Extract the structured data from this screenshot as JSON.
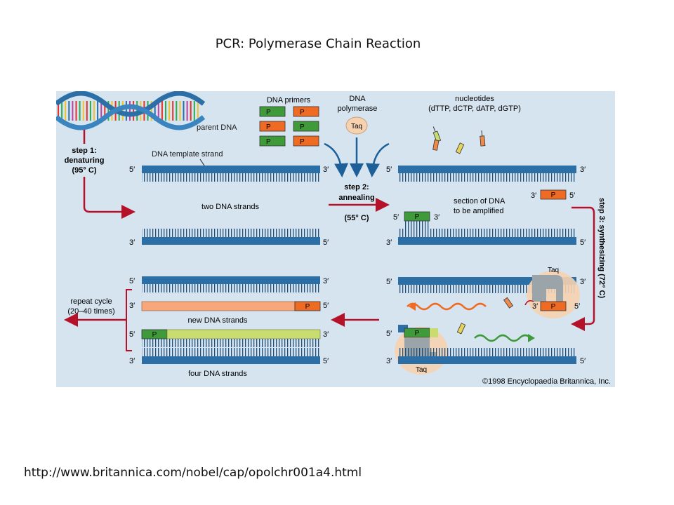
{
  "slide": {
    "title": "PCR: Polymerase Chain Reaction",
    "source_url": "http://www.britannica.com/nobel/cap/opolchr001a4.html"
  },
  "colors": {
    "background": "#d6e4f0",
    "strand": "#2b6fa6",
    "strand_dark": "#1d4f7a",
    "arrow": "#b5122a",
    "primer_green": "#3f9a3a",
    "primer_orange": "#ef6a22",
    "new_orange": "#f7a77a",
    "new_yellow": "#c9dc6f",
    "taq": "#f6d2b0",
    "taq_block": "#9aa4a9"
  },
  "diagram": {
    "parent_dna": "parent DNA",
    "template_strand": "DNA template strand",
    "primers_title": "DNA primers",
    "primer_label": "P",
    "polymerase_title": [
      "DNA",
      "polymerase"
    ],
    "taq": "Taq",
    "nucleotides_title": [
      "nucleotides",
      "(dTTP, dCTP, dATP, dGTP)"
    ],
    "step1": [
      "step 1:",
      "denaturing",
      "(95° C)"
    ],
    "step2": [
      "step 2:",
      "annealing",
      "(55° C)"
    ],
    "step3": "step 3: synthesizing (72° C)",
    "two_strands": "two DNA strands",
    "section_label": [
      "section of DNA",
      "to be amplified"
    ],
    "repeat_cycle": [
      "repeat cycle",
      "(20–40 times)"
    ],
    "new_strands": "new DNA strands",
    "four_strands": "four DNA strands",
    "end5": "5′",
    "end3": "3′",
    "copyright": "©1998 Encyclopaedia Britannica, Inc."
  }
}
